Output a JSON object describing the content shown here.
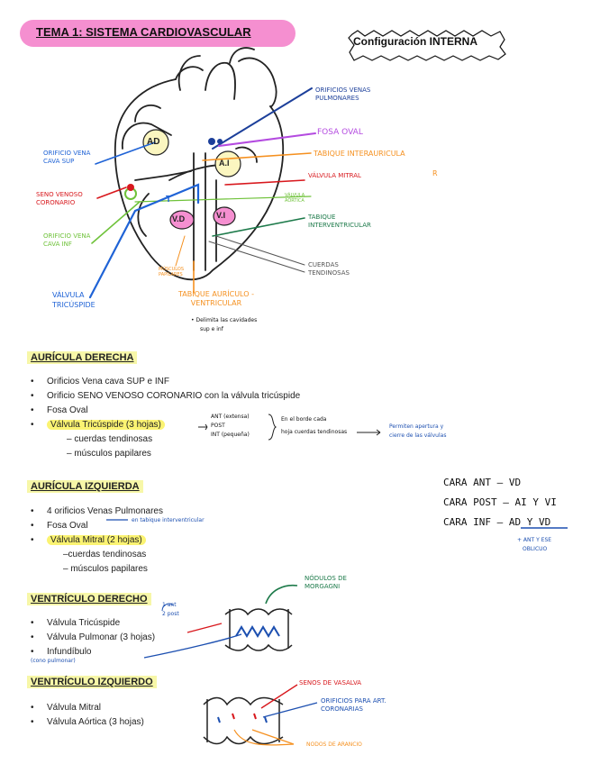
{
  "title": "TEMA 1: SISTEMA CARDIOVASCULAR",
  "config_label": "Configuración INTERNA",
  "diagram": {
    "chamber_ad": "AD",
    "chamber_ai": "A.I",
    "chamber_vd": "V.D",
    "chamber_vi": "V.I",
    "label_t": "T",
    "labels": {
      "orificios_venas_pulmonares": "ORIFICIOS VENAS PULMONARES",
      "fosa_oval": "FOSA OVAL",
      "tabique_interauricular": "TABIQUE INTERAURICULA",
      "r": "R",
      "valvula_mitral": "VÁLVULA MITRAL",
      "valvula_aortica": "VÁLVULA AÓRTICA",
      "tabique_interventricular": "TABIQUE INTERVENTRICULAR",
      "cuerdas_tendinosas": "CUERDAS TENDINOSAS",
      "orificio_vena_cava_sup": "ORIFICIO VENA CAVA SUP",
      "seno_venoso_coronario": "SENO VENOSO CORONARIO",
      "orificio_vena_cava_inf": "ORIFICIO VENA CAVA INF",
      "valvula_tricuspide": "VÁLVULA TRICÚSPIDE",
      "musculos_papilares": "MÚSCULOS PAPILARES",
      "tabique_auriculo_ventricular": "TABIQUE AURÍCULO - VENTRICULAR",
      "delimita_line1": "• Delimita las cavidades",
      "delimita_line2": "sup e inf"
    }
  },
  "sections": {
    "ad": {
      "title": "AURÍCULA DERECHA",
      "items": [
        "Orificios Vena cava SUP e INF",
        "Orificio SENO VENOSO CORONARIO con la válvula tricúspide",
        "Fosa Oval",
        "Válvula Tricúspide (3 hojas)"
      ],
      "subitems": [
        "– cuerdas tendinosas",
        "– músculos papilares"
      ],
      "valve_leaflets": [
        "ANT (extensa)",
        "POST",
        "INT (pequeña)"
      ],
      "valve_note_1": "En el borde cada",
      "valve_note_2": "hoja cuerdas tendinosas",
      "valve_note_3": "Permiten apertura y",
      "valve_note_4": "cierre de las válvulas"
    },
    "ai": {
      "title": "AURÍCULA IZQUIERDA",
      "items": [
        "4 orificios Venas Pulmonares",
        "Fosa Oval",
        "Válvula Mitral (2 hojas)"
      ],
      "subitems": [
        "–cuerdas tendinosas",
        "– músculos papilares"
      ],
      "fosa_note": "en tabique interventricular"
    },
    "vd": {
      "title": "VENTRÍCULO DERECHO",
      "items": [
        "Válvula Tricúspide",
        "Válvula Pulmonar (3 hojas)",
        "Infundíbulo"
      ],
      "tric_note_1": "1 ant",
      "tric_note_2": "2 post",
      "infundibulo_note": "(cono pulmonar)",
      "nodulos_label": "NÓDULOS DE MORGAGNI"
    },
    "vi": {
      "title": "VENTRÍCULO IZQUIERDO",
      "items": [
        "Válvula Mitral",
        "Válvula Aórtica (3 hojas)"
      ],
      "senos_label": "SENOS DE VASALVA",
      "orificios_label": "ORIFICIOS PARA ART. CORONARIAS",
      "nodos_label": "NODOS DE ARANCIO"
    }
  },
  "cara": {
    "ant": "CARA ANT – VD",
    "post": "CARA POST – AI Y VI",
    "inf": "CARA INF – AD Y VD",
    "note_1": "+ ANT Y ESE",
    "note_2": "OBLICUO"
  },
  "colors": {
    "pink": "#f58fd0",
    "yellow": "#fbf372",
    "blue": "#1f63d6",
    "navy": "#1c3f9a",
    "purple": "#b44be0",
    "orange": "#f5901f",
    "red": "#d8181d",
    "green": "#6fc23a",
    "dark_green": "#1d7a4a"
  }
}
